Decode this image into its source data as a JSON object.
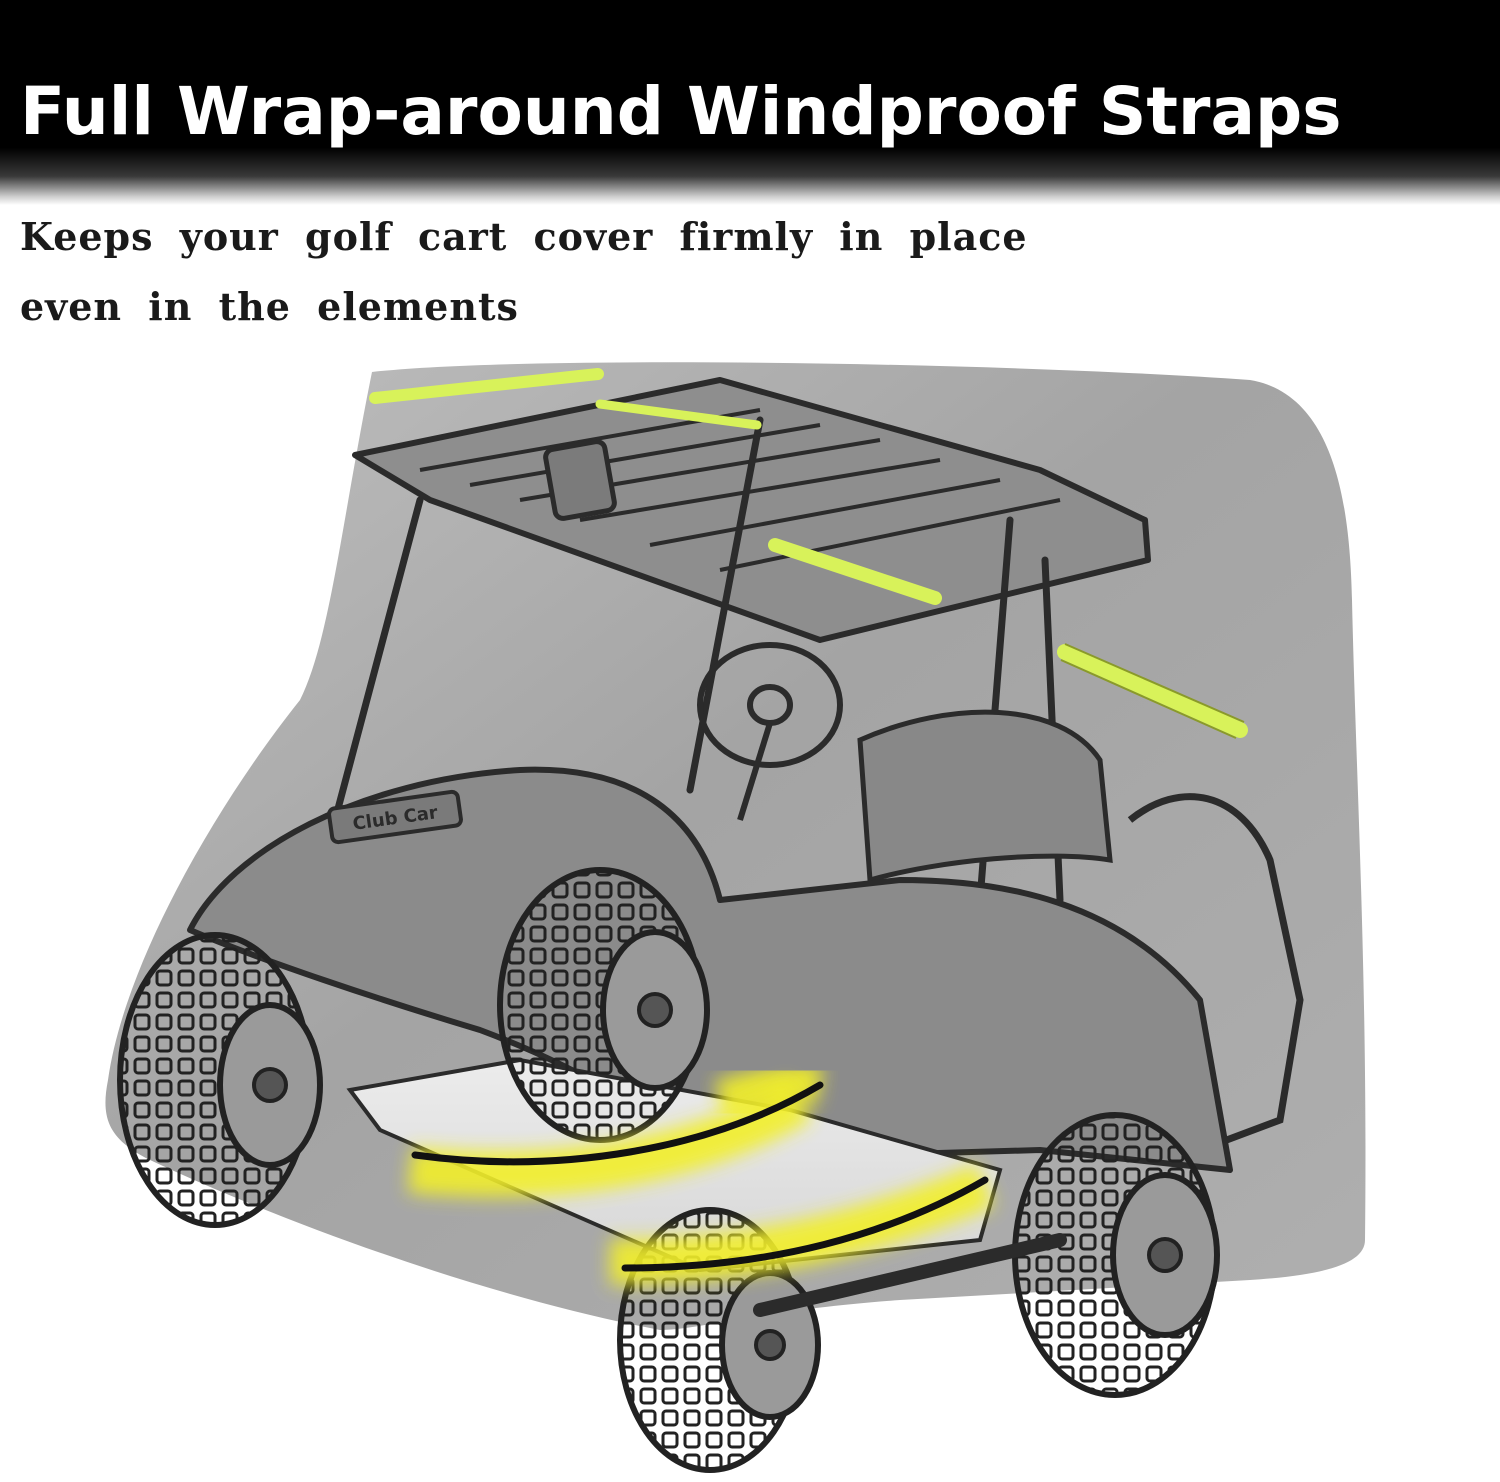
{
  "headline": "Full Wrap-around Windproof Straps",
  "subtitle_line1": "Keeps your golf cart cover firmly in place",
  "subtitle_line2": "even in the elements",
  "hood_badge_text": "Club Car",
  "colors": {
    "header_background": "#000000",
    "headline_text": "#ffffff",
    "subtitle_text": "#1a1a1a",
    "cover_fabric": "#9a9a9a",
    "reflective_strip": "#d8f25a",
    "strap_highlight": "#f2ef2a",
    "strap_line": "#111111",
    "line_art": "#2b2b2b"
  },
  "icons": [
    "golf-cart-illustration",
    "windproof-strap-icon",
    "reflective-strip-icon"
  ]
}
